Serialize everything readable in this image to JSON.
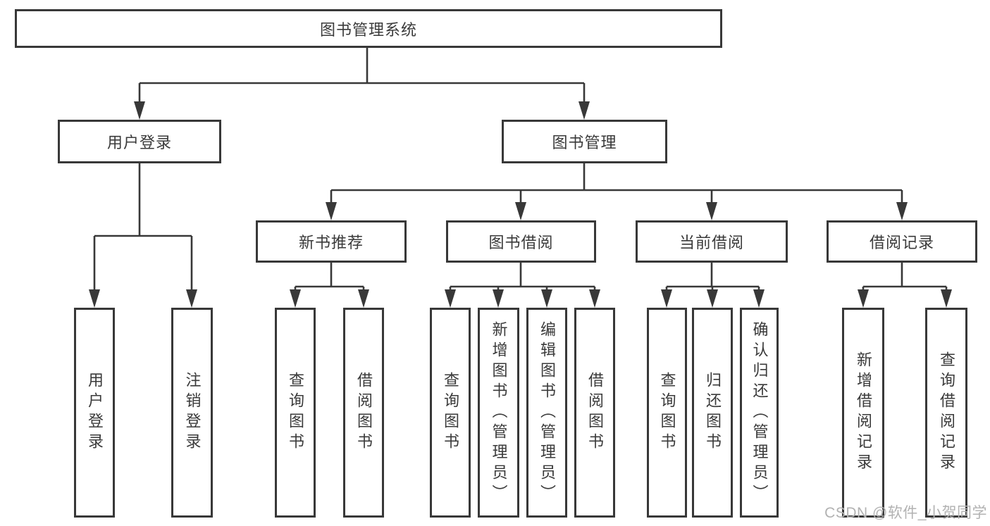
{
  "tree": {
    "root": "图书管理系统",
    "user_login": {
      "label": "用户登录",
      "children": [
        "用户登录",
        "注销登录"
      ]
    },
    "book_management": {
      "label": "图书管理",
      "sections": {
        "new_books": {
          "label": "新书推荐",
          "children": [
            "查询图书",
            "借阅图书"
          ]
        },
        "book_borrow": {
          "label": "图书借阅",
          "children": [
            "查询图书",
            "新增图书（管理员）",
            "编辑图书（管理员）",
            "借阅图书"
          ]
        },
        "current_borrow": {
          "label": "当前借阅",
          "children": [
            "查询图书",
            "归还图书",
            "确认归还（管理员）"
          ]
        },
        "borrow_records": {
          "label": "借阅记录",
          "children": [
            "新增借阅记录",
            "查询借阅记录"
          ]
        }
      }
    }
  },
  "watermark": "CSDN @软件_小贺同学",
  "colors": {
    "line": "#383838",
    "text": "#3a3a3a",
    "watermark": "#b2b2b2",
    "background": "#ffffff"
  }
}
